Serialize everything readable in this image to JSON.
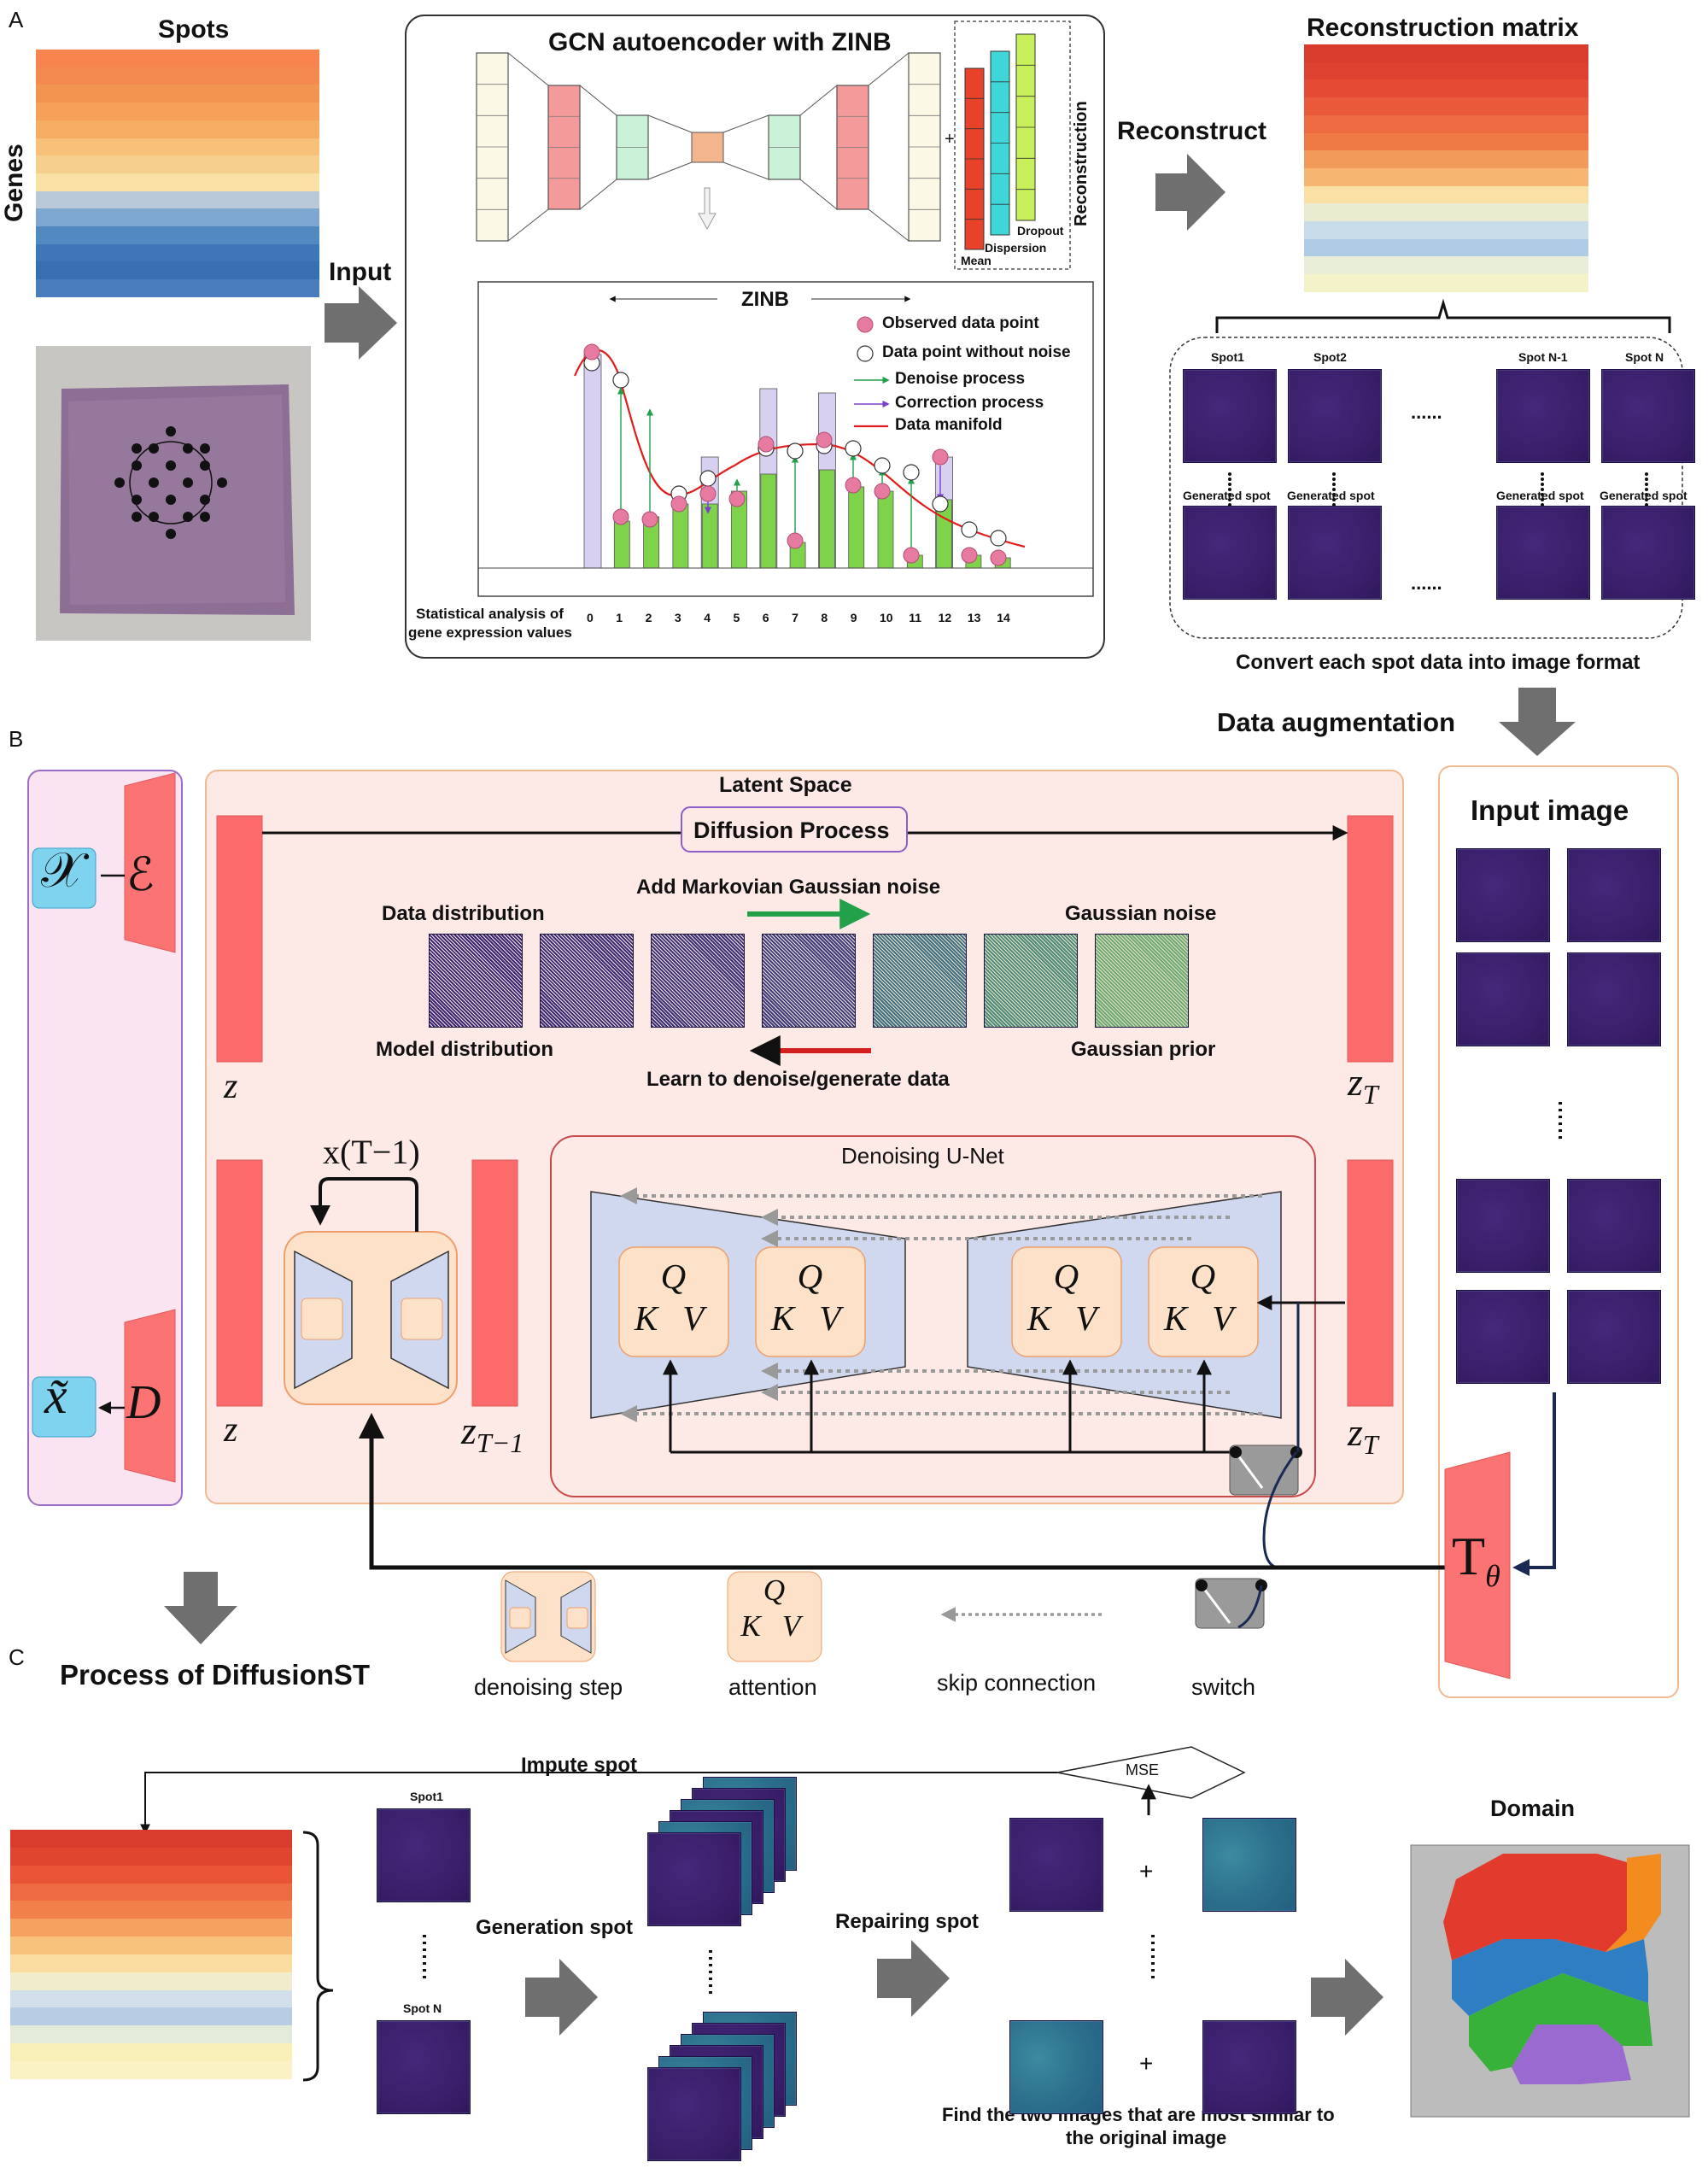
{
  "panel_letters": {
    "a": "A",
    "b": "B",
    "c": "C"
  },
  "panel_a": {
    "spots_title": "Spots",
    "genes_label": "Genes",
    "input_label": "Input",
    "gcn_title": "GCN autoencoder with ZINB",
    "reconstruction_label": "Reconstruction",
    "plus": "+",
    "mean_label": "Mean",
    "dispersion_label": "Dispersion",
    "dropout_label": "Dropout",
    "zinb_title": "ZINB",
    "legend": {
      "observed": "Observed data point",
      "without_noise": "Data point without noise",
      "denoise": "Denoise process",
      "correction": "Correction process",
      "manifold": "Data manifold"
    },
    "stat_label_1": "Statistical analysis of",
    "stat_label_2": "gene expression values",
    "x_ticks": [
      "0",
      "1",
      "2",
      "3",
      "4",
      "5",
      "6",
      "7",
      "8",
      "9",
      "10",
      "11",
      "12",
      "13",
      "14"
    ],
    "reconstruct_label": "Reconstruct",
    "recon_matrix_title": "Reconstruction matrix",
    "spot_labels": [
      "Spot1",
      "Spot2",
      "Spot N-1",
      "Spot N"
    ],
    "generated_spot": "Generated spot",
    "ellipsis": "......",
    "convert_label": "Convert each spot data into image format",
    "augmentation_label": "Data augmentation"
  },
  "panel_b": {
    "x_symbol": "𝒳",
    "e_symbol": "ℰ",
    "xt_symbol": "x̃",
    "d_symbol": "D",
    "latent_space": "Latent Space",
    "diffusion_process": "Diffusion Process",
    "add_noise": "Add Markovian Gaussian noise",
    "data_distribution": "Data distribution",
    "gaussian_noise": "Gaussian noise",
    "model_distribution": "Model distribution",
    "gaussian_prior": "Gaussian prior",
    "learn_denoise": "Learn to denoise/generate data",
    "z": "z",
    "z_t": "z",
    "t_sub": "T",
    "t1_sub": "T−1",
    "x_t1": "x(T−1)",
    "unet_title": "Denoising U-Net",
    "q": "Q",
    "k": "K",
    "v": "V",
    "input_image": "Input image",
    "t_theta": "T",
    "theta": "θ",
    "legend_denoising": "denoising step",
    "legend_attention": "attention",
    "legend_skip": "skip connection",
    "legend_switch": "switch",
    "process_label": "Process of DiffusionST"
  },
  "panel_c": {
    "mse": "MSE",
    "impute_spot": "Impute spot",
    "spot1": "Spot1",
    "spotn": "Spot N",
    "generation_spot": "Generation spot",
    "repairing_spot": "Repairing spot",
    "domain": "Domain",
    "plus": "+",
    "find_1": "Find the two images that are most similar to",
    "find_2": "the original image"
  },
  "colors": {
    "red_block": "#fb6b6b",
    "pink_panel": "#fbe4f1",
    "peach_panel": "#fde9e6",
    "tile_purple": "#3a1f6b",
    "tile_teal": "#2b6f8c",
    "cyan_symbol": "#7fd3ef",
    "unet_blue": "#cfd8ef",
    "attn_peach": "#fde1c8",
    "arrow_gray": "#6f6f6f",
    "bar_lavender": "#d8d0f0",
    "bar_green": "#7fd34b",
    "dot_pink": "#e67aa0",
    "domain_red": "#e23a2d",
    "domain_orange": "#f48b1f",
    "domain_blue": "#2f7dc2",
    "domain_green": "#38b13a",
    "domain_purple": "#9a6ad0"
  }
}
